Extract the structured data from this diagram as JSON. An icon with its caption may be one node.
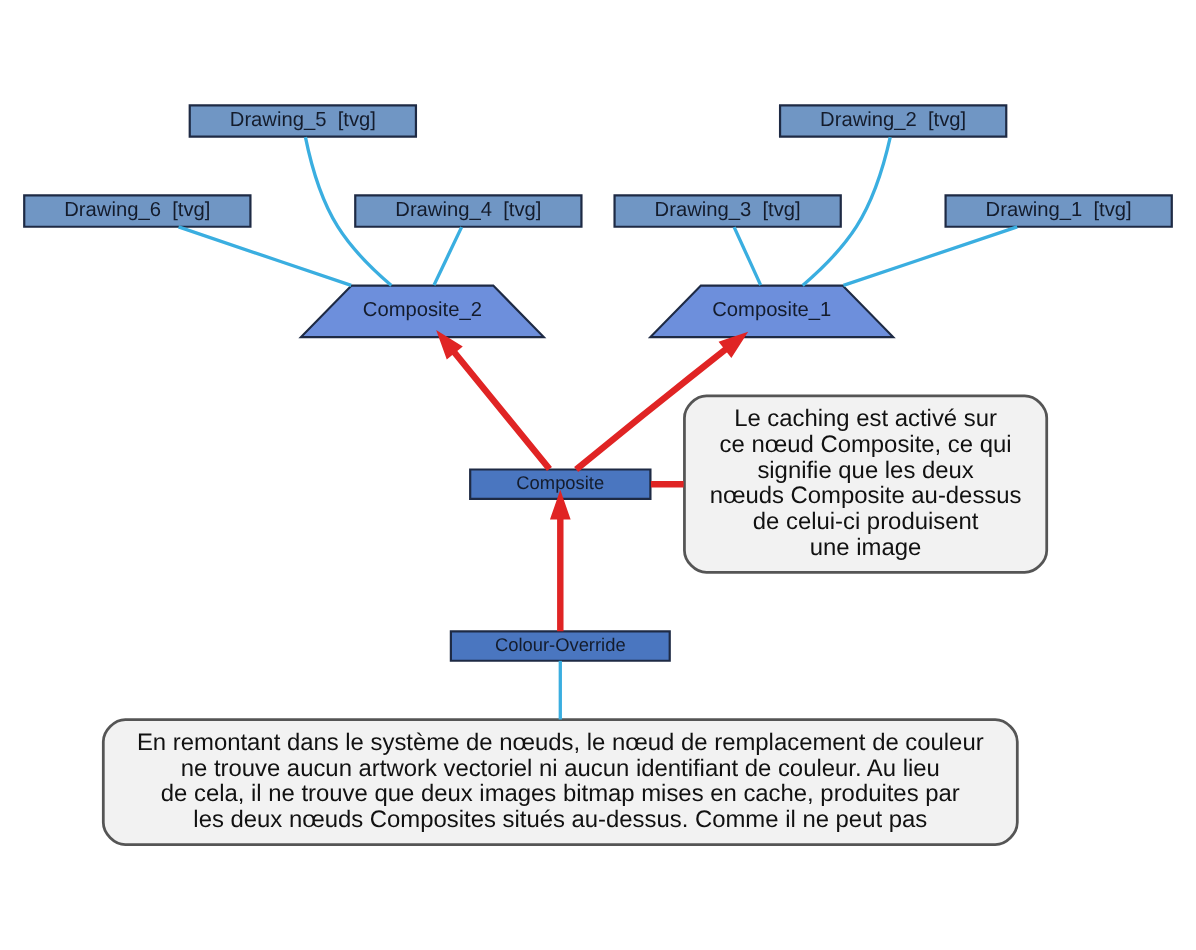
{
  "diagram": {
    "nodes": [
      {
        "text": [
          "Drawing_5  [tvg]"
        ]
      },
      {
        "text": [
          "Drawing_2  [tvg]"
        ]
      },
      {
        "text": [
          "Drawing_6  [tvg]"
        ]
      },
      {
        "text": [
          "Drawing_4  [tvg]"
        ]
      },
      {
        "text": [
          "Drawing_3  [tvg]"
        ]
      },
      {
        "text": [
          "Drawing_1  [tvg]"
        ]
      },
      {
        "text": [
          "Composite_2"
        ]
      },
      {
        "text": [
          "Composite_1"
        ]
      },
      {
        "text": [
          "Composite"
        ]
      },
      {
        "text": [
          "Le caching est activé sur ce nœud Composite, ce qui signifie que les deux nœuds Composite au-dessus de celui-ci produisent une image"
        ]
      },
      {
        "text": [
          "Colour-Override"
        ]
      },
      {
        "text": [
          "En remontant dans le système de nœuds, le nœud de remplacement de couleur ne trouve aucun artwork vectoriel ni aucun identifiant de couleur. Au lieu de cela, il ne trouve que deux images bitmap mises en cache, produites par les deux nœuds Composites situés au-dessus. Comme il ne peut pas"
        ]
      }
    ],
    "edges": [
      {
        "from": 6,
        "to": 2,
        "arrow": "none"
      },
      {
        "from": 6,
        "to": 0,
        "arrow": "none"
      },
      {
        "from": 6,
        "to": 3,
        "arrow": "none"
      },
      {
        "from": 7,
        "to": 4,
        "arrow": "none"
      },
      {
        "from": 7,
        "to": 1,
        "arrow": "none"
      },
      {
        "from": 7,
        "to": 5,
        "arrow": "none"
      },
      {
        "from": 8,
        "to": 6,
        "arrow": "to",
        "style": "thick",
        "color": "#e02424"
      },
      {
        "from": 8,
        "to": 7,
        "arrow": "to",
        "style": "thick",
        "color": "#e02424"
      },
      {
        "from": 10,
        "to": 8,
        "arrow": "to",
        "style": "thick",
        "color": "#e02424"
      },
      {
        "from": 8,
        "to": 9,
        "arrow": "none",
        "style": "thick",
        "color": "#e02424"
      },
      {
        "from": 11,
        "to": 10,
        "arrow": "none"
      }
    ]
  }
}
